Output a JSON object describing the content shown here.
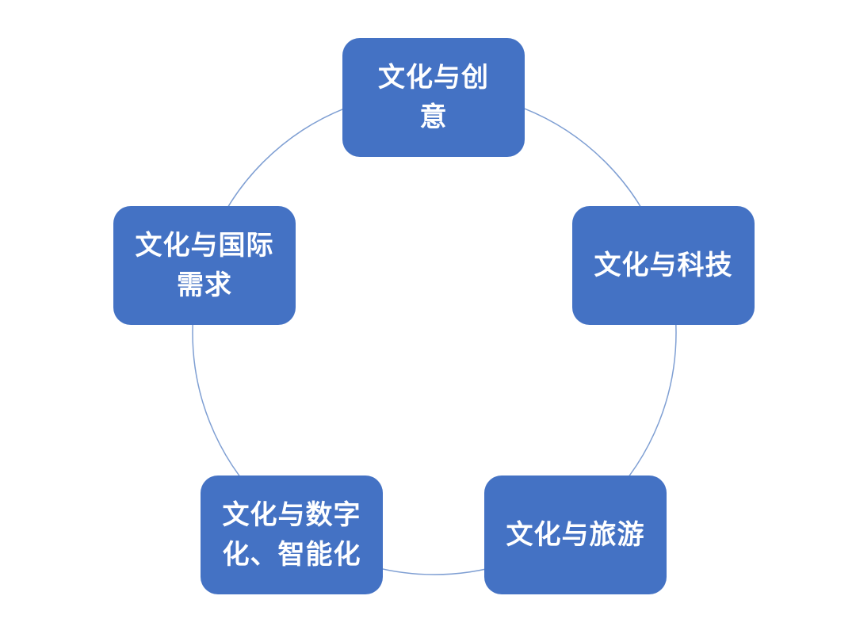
{
  "diagram": {
    "type": "cycle",
    "colors": {
      "node_fill": "#4472C4",
      "node_text": "#FFFFFF",
      "ring_stroke": "#7F9FD3"
    },
    "nodes": [
      {
        "label": "文化与创意"
      },
      {
        "label": "文化与科技"
      },
      {
        "label": "文化与旅游"
      },
      {
        "label": "文化与数字化、智能化"
      },
      {
        "label": "文化与国际需求"
      }
    ]
  }
}
